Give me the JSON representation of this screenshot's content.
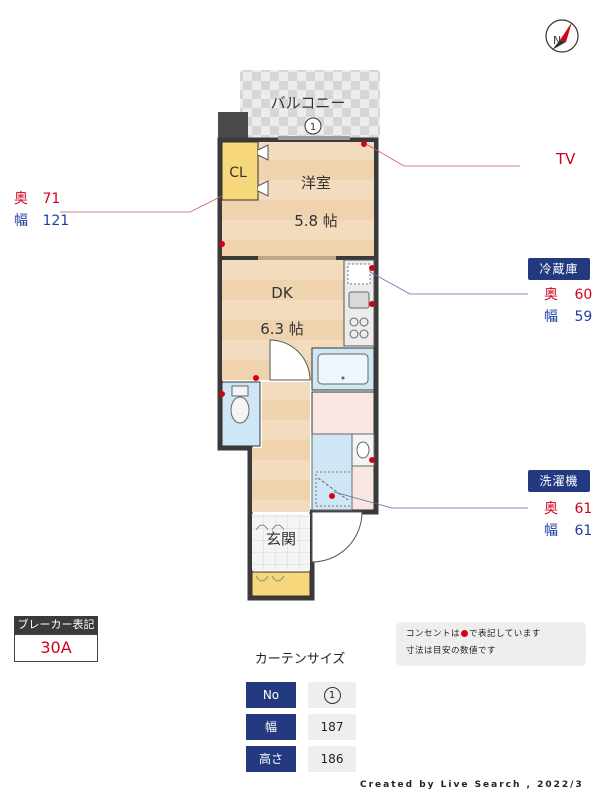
{
  "floorplan": {
    "rooms": {
      "balcony": "バルコニー",
      "balcony_marker": "1",
      "closet": "CL",
      "western_room": "洋室",
      "western_room_size": "5.8 帖",
      "dk": "DK",
      "dk_size": "6.3 帖",
      "entrance": "玄関"
    },
    "compass": "N"
  },
  "tv_label": "TV",
  "closet_dims": {
    "depth_key": "奥",
    "depth_val": "71",
    "width_key": "幅",
    "width_val": "121"
  },
  "fridge": {
    "label": "冷蔵庫",
    "depth_key": "奥",
    "depth_val": "60",
    "width_key": "幅",
    "width_val": "59"
  },
  "washer": {
    "label": "洗濯機",
    "depth_key": "奥",
    "depth_val": "61",
    "width_key": "幅",
    "width_val": "61"
  },
  "breaker": {
    "title": "ブレーカー表記",
    "value": "30A"
  },
  "notes": {
    "line1_a": "コンセントは",
    "line1_b": "で表記しています",
    "line2": "寸法は目安の数値です"
  },
  "curtain": {
    "title": "カーテンサイズ",
    "headers": [
      "No",
      "幅",
      "高さ"
    ],
    "no": "1",
    "width": "187",
    "height": "186"
  },
  "credit": "Created by Live Search , 2022/3",
  "colors": {
    "navy": "#233a80",
    "red_text": "#d0021b",
    "blue_text": "#1f3fa6",
    "wood": "#f3dcbd",
    "closet_yellow": "#f6d77c",
    "bath_blue": "#cfe6f4",
    "washroom_pink": "#f9e5e2"
  }
}
